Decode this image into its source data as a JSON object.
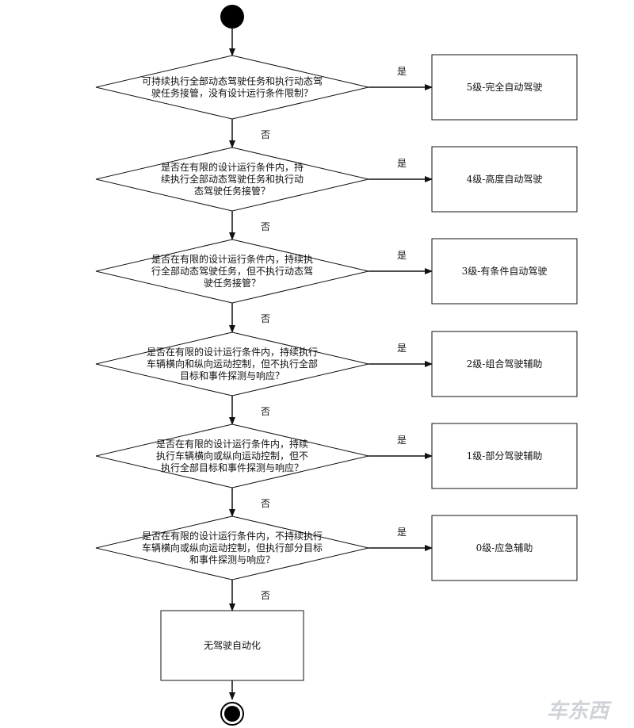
{
  "flowchart": {
    "decisions": [
      {
        "lines": [
          "可持续执行全部动态驾驶任务和执行动态驾",
          "驶任务接管，没有设计运行条件限制？"
        ],
        "yes_label": "是",
        "no_label": "否",
        "result": "5级-完全自动驾驶"
      },
      {
        "lines": [
          "是否在有限的设计运行条件内，持",
          "续执行全部动态驾驶任务和执行动",
          "态驾驶任务接管？"
        ],
        "yes_label": "是",
        "no_label": "否",
        "result": "4级-高度自动驾驶"
      },
      {
        "lines": [
          "是否在有限的设计运行条件内，持续执",
          "行全部动态驾驶任务，但不执行动态驾",
          "驶任务接管？"
        ],
        "yes_label": "是",
        "no_label": "否",
        "result": "3级-有条件自动驾驶"
      },
      {
        "lines": [
          "是否在有限的设计运行条件内，持续执行",
          "车辆横向和纵向运动控制，但不执行全部",
          "目标和事件探测与响应？"
        ],
        "yes_label": "是",
        "no_label": "否",
        "result": "2级-组合驾驶辅助"
      },
      {
        "lines": [
          "是否在有限的设计运行条件内，持续",
          "执行车辆横向或纵向运动控制，但不",
          "执行全部目标和事件探测与响应？"
        ],
        "yes_label": "是",
        "no_label": "否",
        "result": "1级-部分驾驶辅助"
      },
      {
        "lines": [
          "是否在有限的设计运行条件内，不持续执行",
          "车辆横向或纵向运动控制，但执行部分目标",
          "和事件探测与响应？"
        ],
        "yes_label": "是",
        "no_label": "否",
        "result": "0级-应急辅助"
      }
    ],
    "final_box": "无驾驶自动化"
  },
  "watermark": "车东西",
  "colors": {
    "line": "#111111",
    "background": "#ffffff"
  }
}
